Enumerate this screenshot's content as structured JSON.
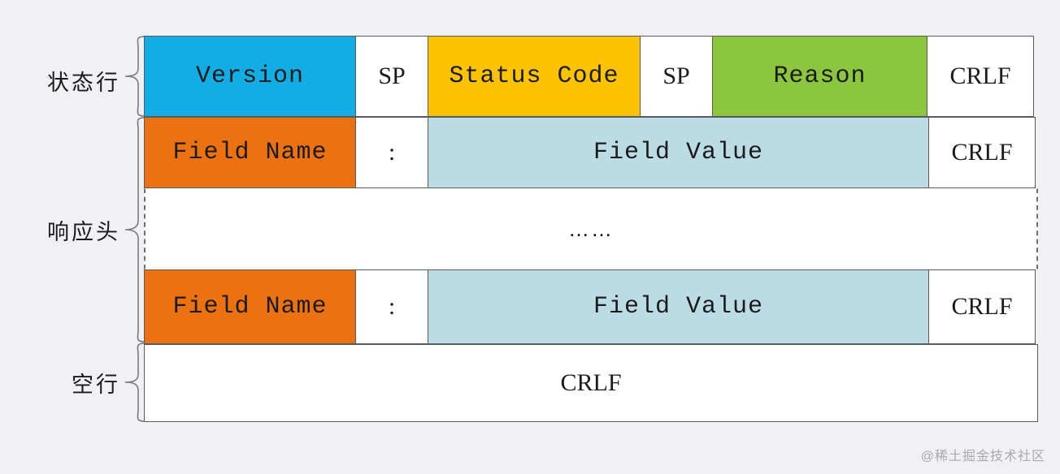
{
  "labels": {
    "status_line": "状态行",
    "response_headers": "响应头",
    "blank_line": "空行"
  },
  "colors": {
    "version": "#12ade4",
    "field_name": "#ec7211",
    "status_code": "#fdc300",
    "reason": "#8cc63f",
    "field_value": "#bcdce5",
    "background": "#f1f0f4",
    "border": "#58595b"
  },
  "rows": {
    "status_line": {
      "version": "Version",
      "sp1": "SP",
      "status_code": "Status Code",
      "sp2": "SP",
      "reason": "Reason",
      "crlf": "CRLF"
    },
    "header_first": {
      "field_name": "Field Name",
      "colon": ":",
      "field_value": "Field Value",
      "crlf": "CRLF"
    },
    "ellipsis": {
      "text": "……"
    },
    "header_last": {
      "field_name": "Field Name",
      "colon": ":",
      "field_value": "Field Value",
      "crlf": "CRLF"
    },
    "blank_line": {
      "crlf": "CRLF"
    }
  },
  "watermark": "@稀土掘金技术社区"
}
